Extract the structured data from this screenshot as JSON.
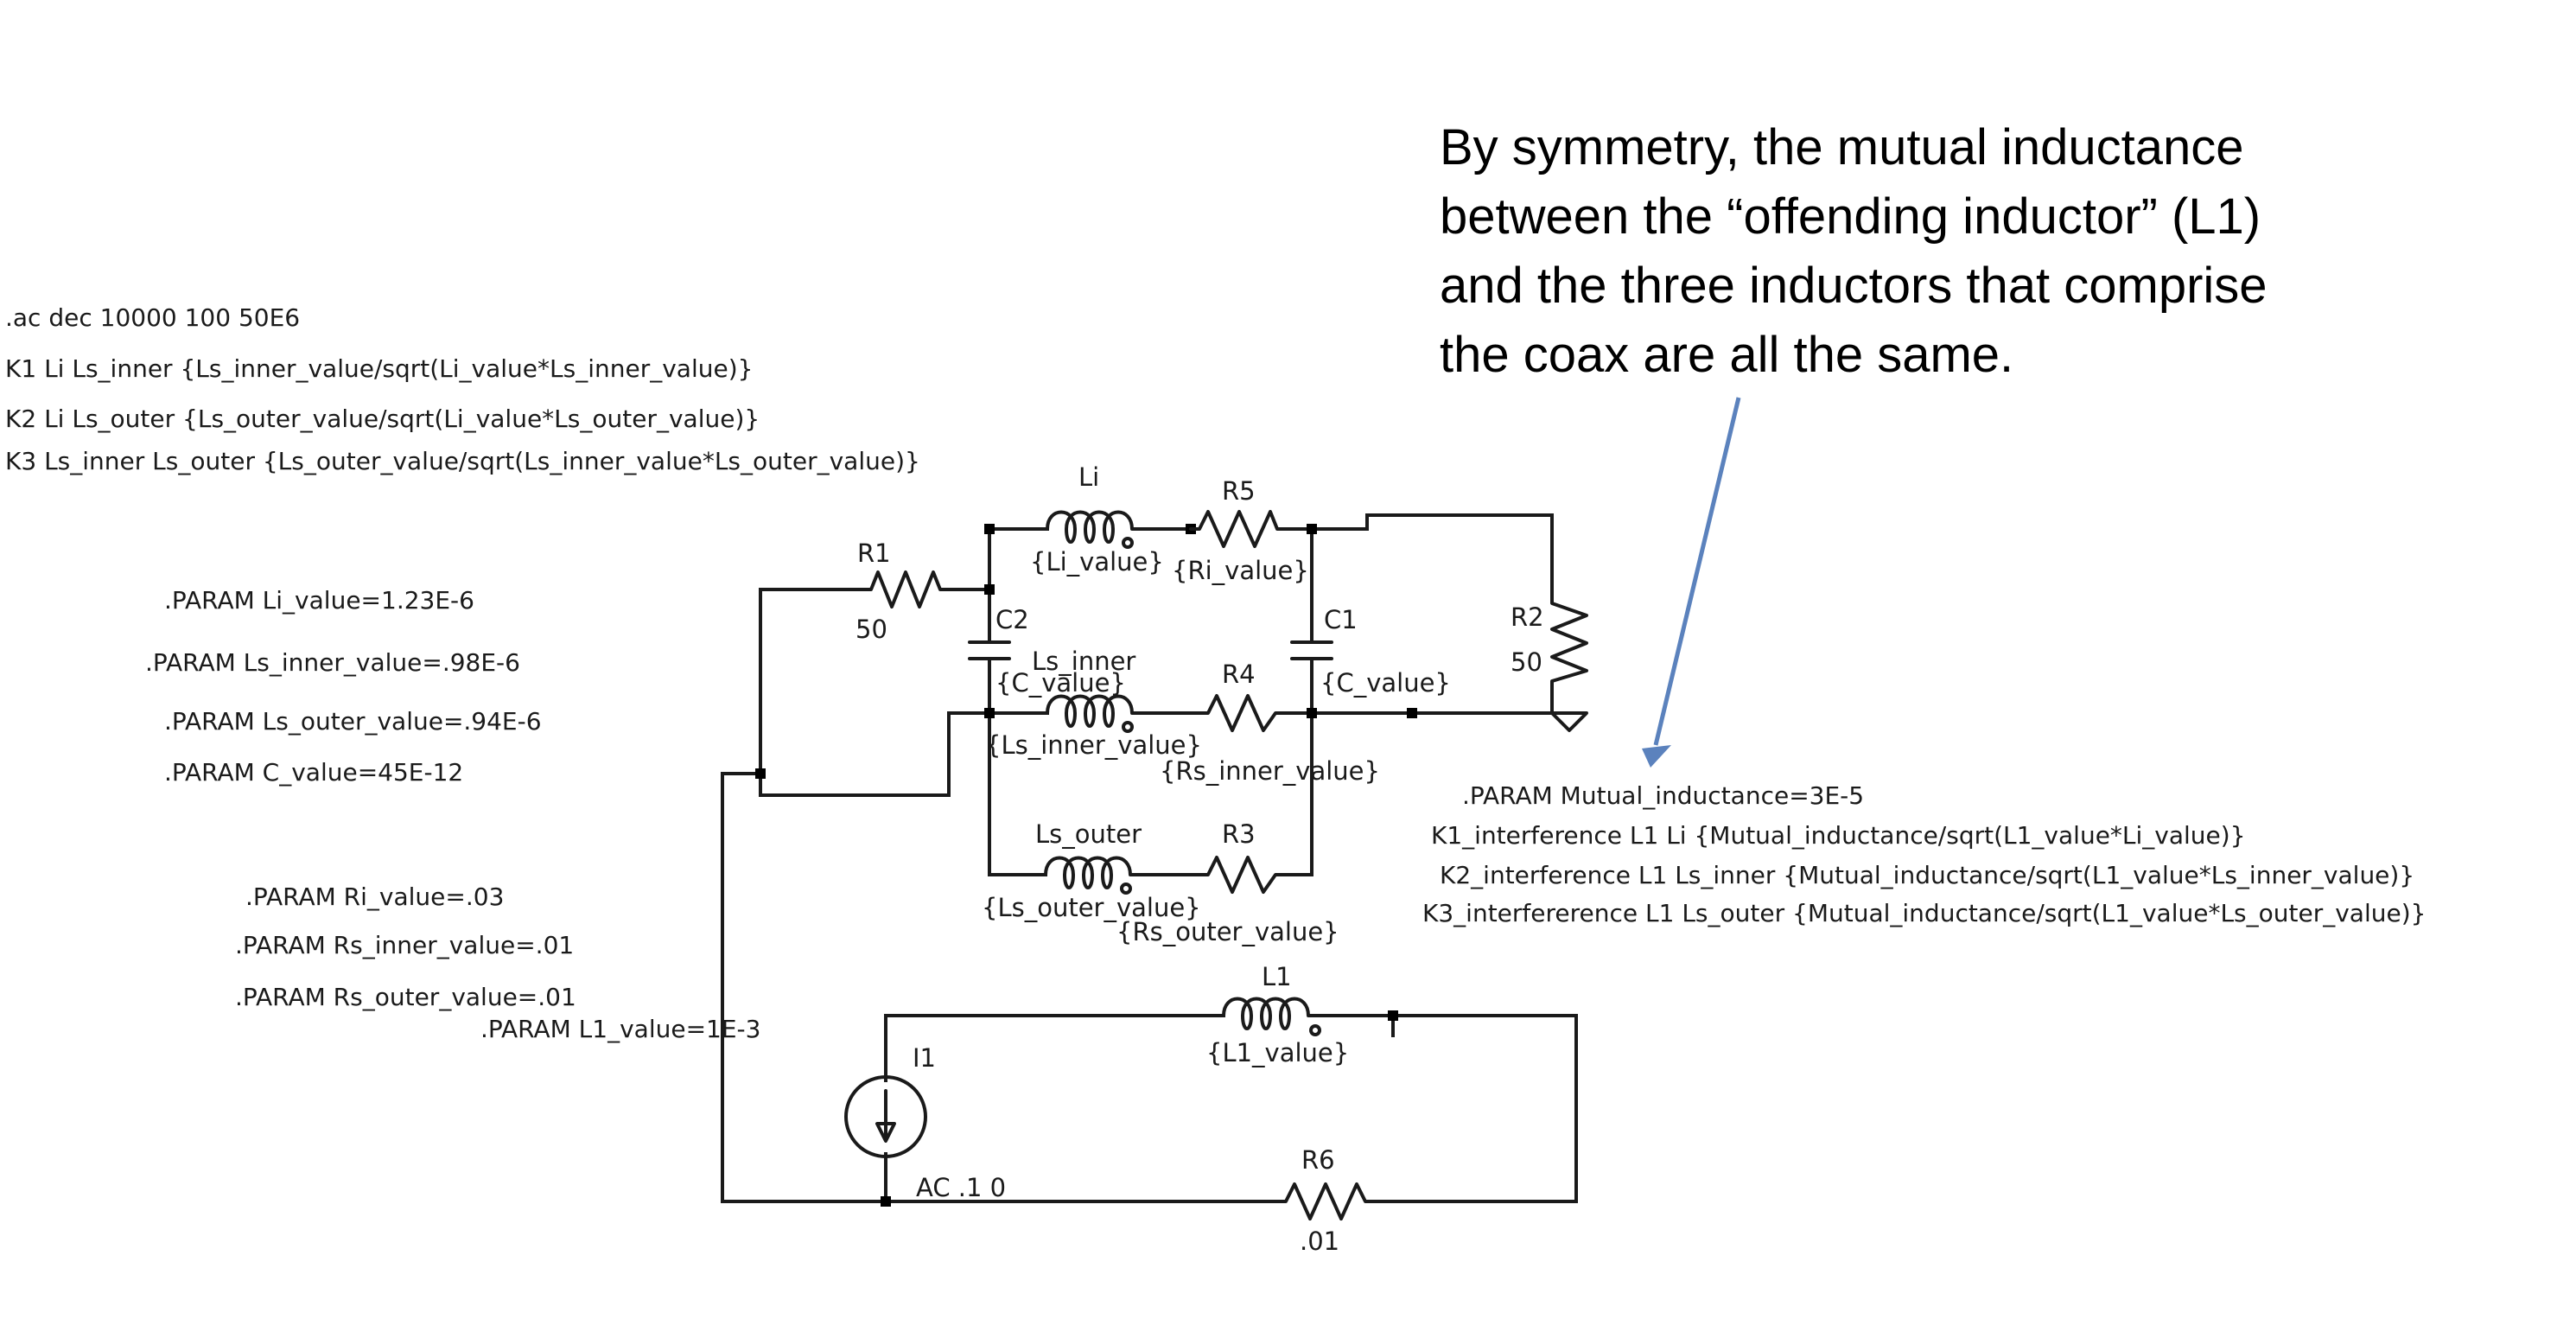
{
  "directives": {
    "ac": ".ac dec 10000 100 50E6",
    "k1": "K1 Li Ls_inner {Ls_inner_value/sqrt(Li_value*Ls_inner_value)}",
    "k2": "K2 Li Ls_outer {Ls_outer_value/sqrt(Li_value*Ls_outer_value)}",
    "k3": "K3 Ls_inner Ls_outer {Ls_outer_value/sqrt(Ls_inner_value*Ls_outer_value)}",
    "li_value": ".PARAM Li_value=1.23E-6",
    "ls_inner_value": ".PARAM Ls_inner_value=.98E-6",
    "ls_outer_value": ".PARAM Ls_outer_value=.94E-6",
    "c_value": ".PARAM C_value=45E-12",
    "ri_value": ".PARAM Ri_value=.03",
    "rs_inner_value": ".PARAM Rs_inner_value=.01",
    "rs_outer_value": ".PARAM Rs_outer_value=.01",
    "l1_value": ".PARAM L1_value=1E-3",
    "mutual": ".PARAM Mutual_inductance=3E-5",
    "k1_interference": "K1_interference L1 Li {Mutual_inductance/sqrt(L1_value*Li_value)}",
    "k2_interference": "K2_interference L1 Ls_inner {Mutual_inductance/sqrt(L1_value*Ls_inner_value)}",
    "k3_interference": "K3_interfererence L1 Ls_outer {Mutual_inductance/sqrt(L1_value*Ls_outer_value)}"
  },
  "components": {
    "li": {
      "name": "Li",
      "value": "{Li_value}"
    },
    "r5": {
      "name": "R5",
      "value": "{Ri_value}"
    },
    "r1": {
      "name": "R1",
      "value": "50"
    },
    "c2": {
      "name": "C2",
      "value": "{C_value}"
    },
    "ls_inner": {
      "name": "Ls_inner",
      "value": "{Ls_inner_value}"
    },
    "r4": {
      "name": "R4",
      "value": "{Rs_inner_value}"
    },
    "c1": {
      "name": "C1",
      "value": "{C_value}"
    },
    "r2": {
      "name": "R2",
      "value": "50"
    },
    "ls_outer": {
      "name": "Ls_outer",
      "value": "{Ls_outer_value}"
    },
    "r3": {
      "name": "R3",
      "value": "{Rs_outer_value}"
    },
    "l1": {
      "name": "L1",
      "value": "{L1_value}"
    },
    "i1": {
      "name": "I1",
      "value": "AC .1 0"
    },
    "r6": {
      "name": "R6",
      "value": ".01"
    }
  },
  "annotation": {
    "lines": [
      "By symmetry, the mutual inductance",
      "between the “offending inductor” (L1)",
      "and the three inductors that comprise",
      "the coax are all the same."
    ],
    "arrow_color": "#5b82bd"
  }
}
